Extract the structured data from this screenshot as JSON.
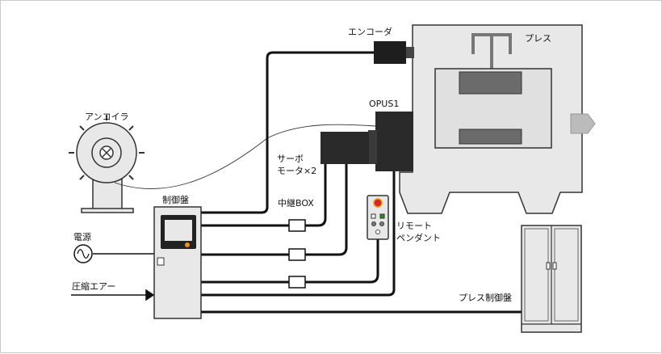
{
  "labels": {
    "encoder": "エンコーダ",
    "press": "プレス",
    "opus": "OPUS1",
    "uncoiler": "アンコイラ",
    "servo_line1": "サーボ",
    "servo_line2": "モータ×2",
    "control_panel": "制御盤",
    "relay_box": "中継BOX",
    "pendant_line1": "リモート",
    "pendant_line2": "ペンダント",
    "power": "電源",
    "air": "圧縮エアー",
    "press_panel": "プレス制御盤"
  },
  "colors": {
    "cable": "#111111",
    "equipment_fill": "#e8e8e8",
    "equipment_stroke": "#333333",
    "servo_fill": "#2a2a2a",
    "bolster_fill": "#6b6b6b",
    "screen_fill": "#222222",
    "accent_orange": "#f0901e",
    "arrow_fill": "#bbbbbb"
  },
  "icons": {
    "power_source": "ac-sine-icon",
    "output_arrow": "right-arrow-icon",
    "pendant_stop": "emergency-stop-icon"
  }
}
